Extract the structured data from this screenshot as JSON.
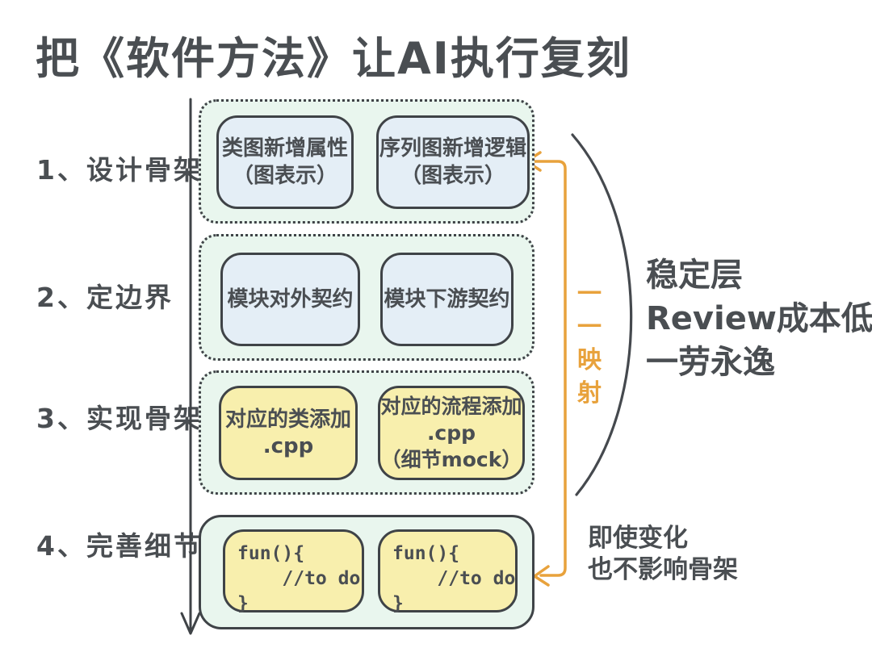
{
  "title": "把《软件方法》让AI执行复刻",
  "steps": [
    {
      "label": "1、设计骨架",
      "boxes": [
        {
          "lines": [
            "类图新增属性",
            "（图表示）"
          ]
        },
        {
          "lines": [
            "序列图新增逻辑",
            "（图表示）"
          ]
        }
      ]
    },
    {
      "label": "2、定边界",
      "boxes": [
        {
          "lines": [
            "模块对外契约"
          ]
        },
        {
          "lines": [
            "模块下游契约"
          ]
        }
      ]
    },
    {
      "label": "3、实现骨架",
      "boxes": [
        {
          "lines": [
            "对应的类添加",
            ".cpp"
          ]
        },
        {
          "lines": [
            "对应的流程添加",
            ".cpp",
            "（细节mock）"
          ]
        }
      ]
    },
    {
      "label": "4、完善细节",
      "boxes": [
        {
          "code": "fun(){\n    //to do\n}"
        },
        {
          "code": "fun(){\n    //to do\n}"
        }
      ]
    }
  ],
  "mapping_arrow_label": "一一映射",
  "annotations": {
    "stable_layer": [
      "稳定层",
      "Review成本低",
      "一劳永逸"
    ],
    "change_note": [
      "即使变化",
      "也不影响骨架"
    ]
  },
  "colors": {
    "ink": "#4a4e52",
    "border": "#3f4347",
    "orange": "#e8a23c",
    "green_fill": "#e9f6ee",
    "blue_fill": "#e4eef6",
    "yellow_fill": "#f8efad"
  }
}
